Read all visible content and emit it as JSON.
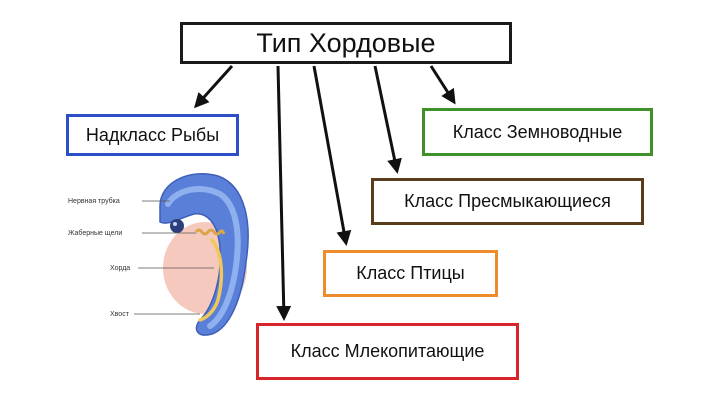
{
  "root": {
    "label": "Тип Хордовые"
  },
  "classes": {
    "fish": "Надкласс Рыбы",
    "amphibians": "Класс Земноводные",
    "reptiles": "Класс Пресмыкающиеся",
    "birds": "Класс Птицы",
    "mammals": "Класс Млекопитающие"
  },
  "embryo_labels": {
    "neural_tube": "Нервная трубка",
    "gill_slits": "Жаберные щели",
    "notochord": "Хорда",
    "tail": "Хвост"
  },
  "colors": {
    "root_border": "#1a1a1a",
    "fish_border": "#2b4fc7",
    "amphibians_border": "#3f8f2a",
    "reptiles_border": "#5a3b1c",
    "birds_border": "#ee8b2a",
    "mammals_border": "#d8252a"
  }
}
